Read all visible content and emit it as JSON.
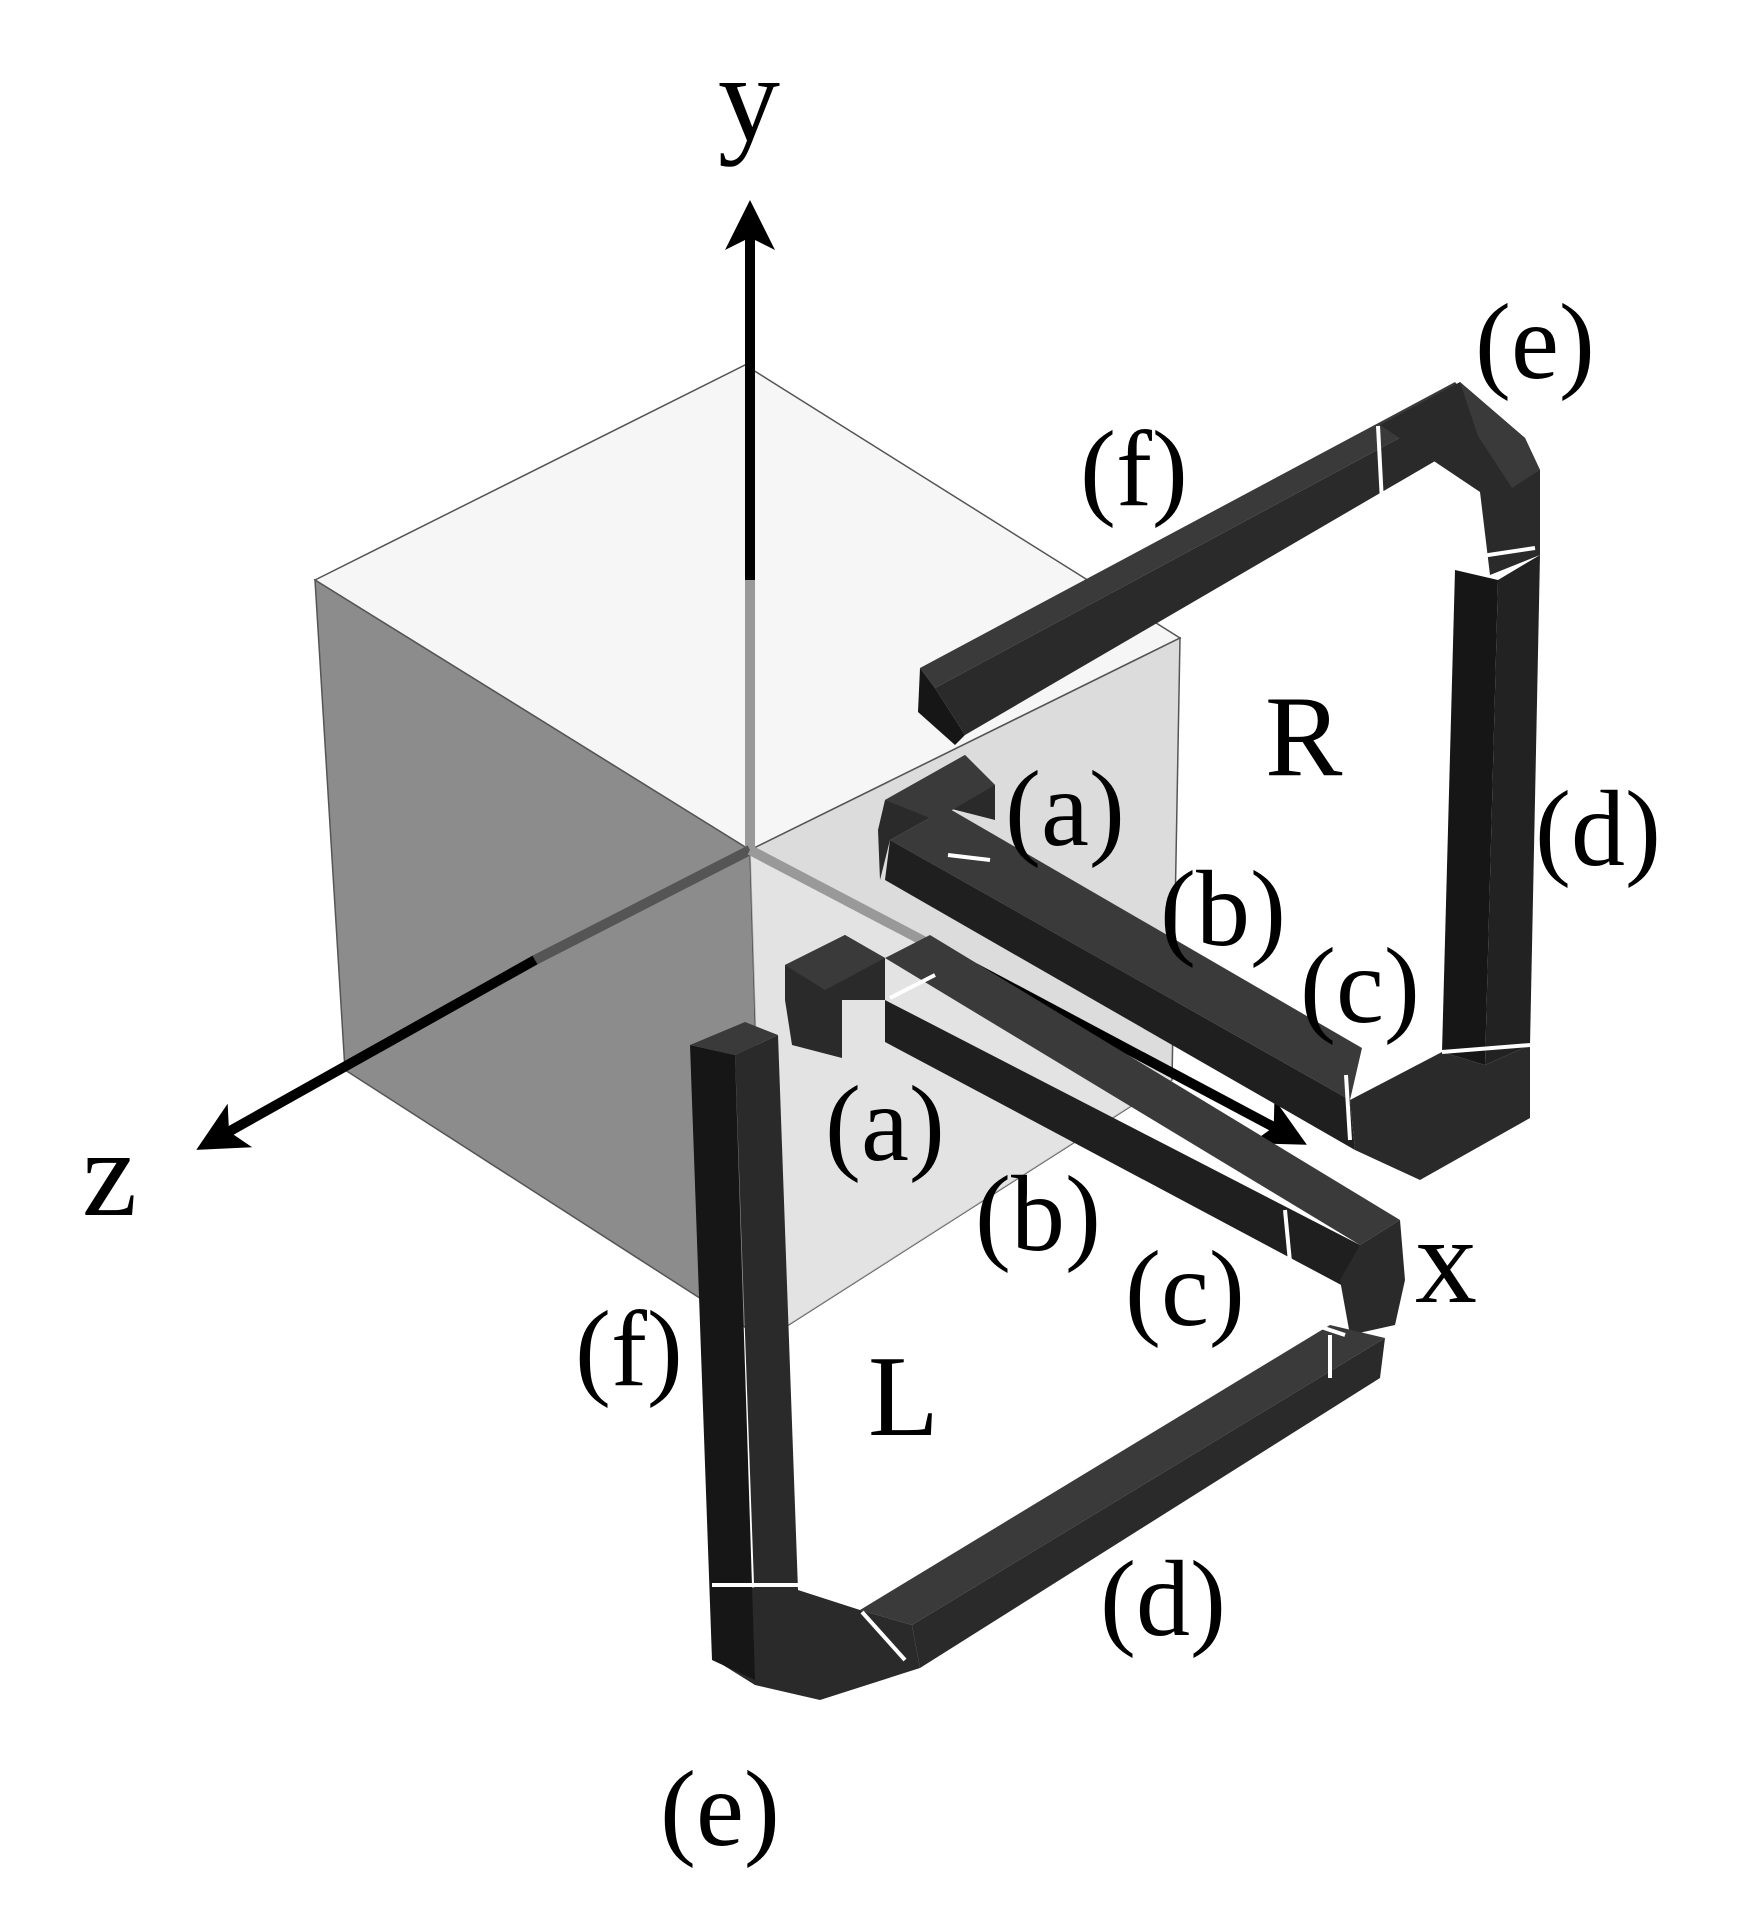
{
  "axes": {
    "x": "x",
    "y": "y",
    "z": "z"
  },
  "loops": {
    "right": {
      "name": "R",
      "segments": {
        "a": "(a)",
        "b": "(b)",
        "c": "(c)",
        "d": "(d)",
        "e": "(e)",
        "f": "(f)"
      }
    },
    "left": {
      "name": "L",
      "segments": {
        "a": "(a)",
        "b": "(b)",
        "c": "(c)",
        "d": "(d)",
        "e": "(e)",
        "f": "(f)"
      }
    }
  },
  "colors": {
    "tube_light": "#3a3a3a",
    "tube_mid": "#2a2a2a",
    "tube_dark": "#161616",
    "cube_top": "#f6f6f6",
    "cube_left": "#8c8c8c",
    "cube_right": "#dcdcdc",
    "cube_bottom": "#eaeaea"
  }
}
